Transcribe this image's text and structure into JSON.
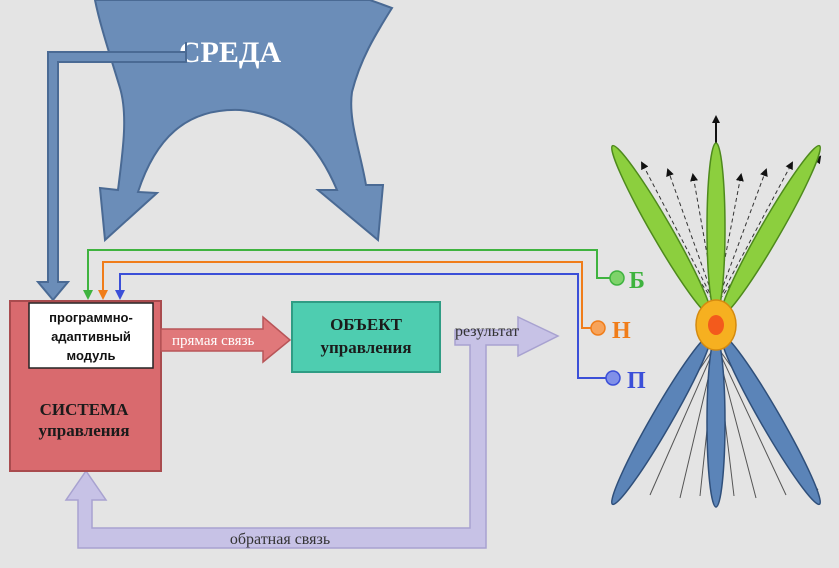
{
  "environment": {
    "label": "СРЕДА"
  },
  "control_system": {
    "title_line1": "СИСТЕМА",
    "title_line2": "управления",
    "module_line1": "программно-",
    "module_line2": "адаптивный",
    "module_line3": "модуль"
  },
  "control_object": {
    "title_line1": "ОБЪЕКТ",
    "title_line2": "управления"
  },
  "arrows": {
    "direct_link": "прямая связь",
    "result": "результат",
    "feedback": "обратная связь"
  },
  "signals": [
    {
      "letter": "Б",
      "color": "#3fb33f"
    },
    {
      "letter": "Н",
      "color": "#f07d1a"
    },
    {
      "letter": "П",
      "color": "#3b4fd8"
    }
  ],
  "colors": {
    "background": "#e4e4e4",
    "environment_fill": "#6b8db8",
    "system_fill": "#d96a6e",
    "object_fill": "#4ecdb0",
    "direct_arrow_fill": "#e0787a",
    "result_arrow_fill": "#c7c2e6",
    "fan_green": "#8ccf3e",
    "fan_blue": "#5b84b8",
    "core_orange": "#f6b020",
    "core_red": "#f35a1c"
  }
}
